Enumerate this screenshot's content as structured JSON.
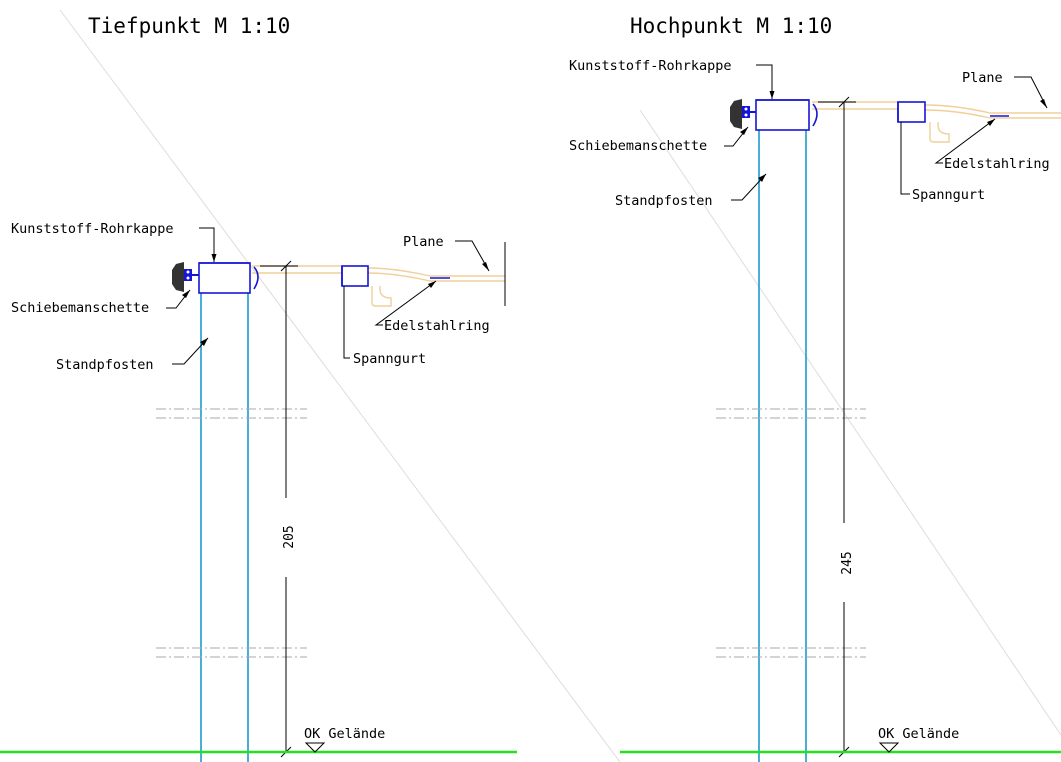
{
  "detail_low": {
    "title": "Tiefpunkt M 1:10",
    "label_cap": "Kunststoff-Rohrkappe",
    "label_sleeve": "Schiebemanschette",
    "label_post": "Standpfosten",
    "label_tarp": "Plane",
    "label_ring": "Edelstahlring",
    "label_strap": "Spanngurt",
    "dimension": "205",
    "ground_label": "OK Gelände"
  },
  "detail_high": {
    "title": "Hochpunkt M 1:10",
    "label_cap": "Kunststoff-Rohrkappe",
    "label_sleeve": "Schiebemanschette",
    "label_post": "Standpfosten",
    "label_tarp": "Plane",
    "label_ring": "Edelstahlring",
    "label_strap": "Spanngurt",
    "dimension": "245",
    "ground_label": "OK Gelände"
  },
  "colors": {
    "post": "#1a9ad0",
    "fittings": "#1515d8",
    "tarp": "#f0cf9a",
    "ground": "#22e022"
  }
}
